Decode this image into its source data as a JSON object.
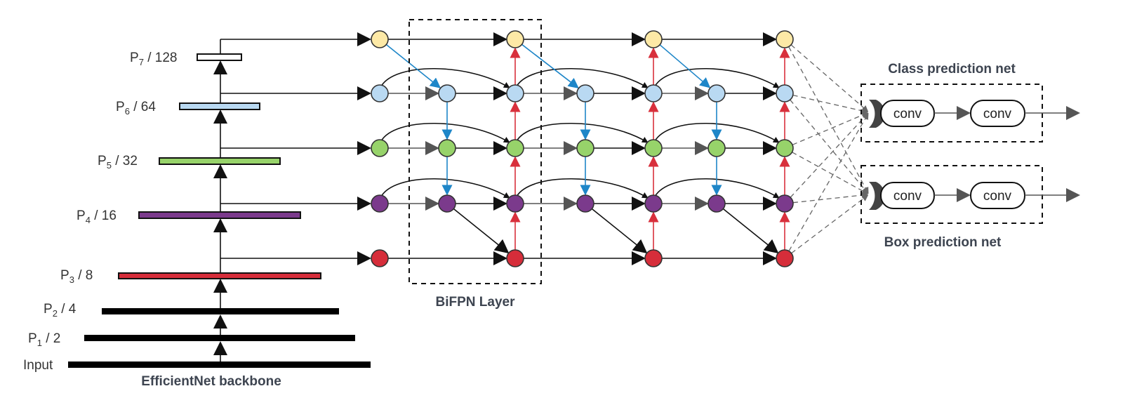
{
  "backbone": {
    "title": "EfficientNet backbone",
    "input_label": "Input",
    "levels": [
      {
        "key": "p7",
        "base": "P",
        "sub": "7",
        "suffix": " / 128"
      },
      {
        "key": "p6",
        "base": "P",
        "sub": "6",
        "suffix": " / 64"
      },
      {
        "key": "p5",
        "base": "P",
        "sub": "5",
        "suffix": " / 32"
      },
      {
        "key": "p4",
        "base": "P",
        "sub": "4",
        "suffix": " / 16"
      },
      {
        "key": "p3",
        "base": "P",
        "sub": "3",
        "suffix": " / 8"
      },
      {
        "key": "p2",
        "base": "P",
        "sub": "2",
        "suffix": " / 4"
      },
      {
        "key": "p1",
        "base": "P",
        "sub": "1",
        "suffix": " / 2"
      }
    ]
  },
  "bifpn": {
    "label": "BiFPN Layer",
    "layer_count": 3
  },
  "heads": {
    "class_title": "Class prediction net",
    "box_title": "Box prediction net",
    "conv_label": "conv"
  },
  "colors": {
    "p7": "#fde9a6",
    "p6": "#b9d9f2",
    "p5": "#97d36a",
    "p4": "#7b3a8c",
    "p3": "#d62d3a",
    "input_node": "#ffffff",
    "top_down_arrow": "#1e86c8",
    "bottom_up_arrow": "#d8303c",
    "caption": "#3d4450"
  }
}
